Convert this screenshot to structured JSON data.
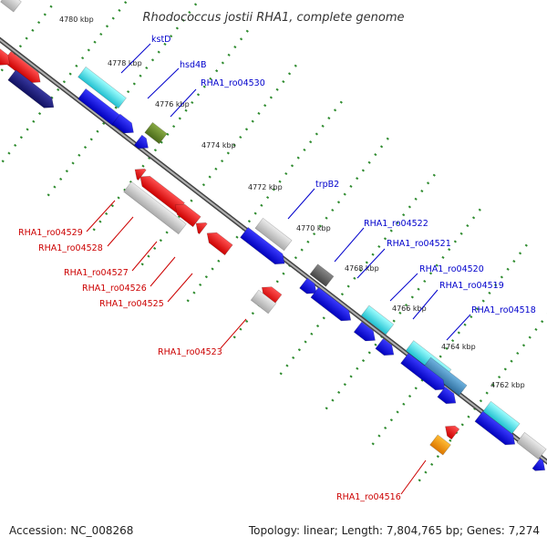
{
  "title": "Rhodococcus jostii RHA1, complete genome",
  "footer": {
    "accession": "Accession: NC_008268",
    "summary": "Topology: linear; Length: 7,804,765 bp; Genes: 7,274"
  },
  "colors": {
    "backbone": "#7a7a7a",
    "tick": "#2e8b2e",
    "label_blue": "#0000cc",
    "label_red": "#cc0000"
  },
  "ticks": [
    "4780 kbp",
    "4778 kbp",
    "4776 kbp",
    "4774 kbp",
    "4772 kbp",
    "4770 kbp",
    "4768 kbp",
    "4766 kbp",
    "4764 kbp",
    "4762 kbp"
  ],
  "gene_labels": {
    "kstD": "kstD",
    "hsd4B": "hsd4B",
    "ro04530": "RHA1_ro04530",
    "trpB2": "trpB2",
    "ro04522": "RHA1_ro04522",
    "ro04521": "RHA1_ro04521",
    "ro04520": "RHA1_ro04520",
    "ro04519": "RHA1_ro04519",
    "ro04518": "RHA1_ro04518",
    "ro04529": "RHA1_ro04529",
    "ro04528": "RHA1_ro04528",
    "ro04527": "RHA1_ro04527",
    "ro04526": "RHA1_ro04526",
    "ro04525": "RHA1_ro04525",
    "ro04523": "RHA1_ro04523",
    "ro04516": "RHA1_ro04516"
  }
}
